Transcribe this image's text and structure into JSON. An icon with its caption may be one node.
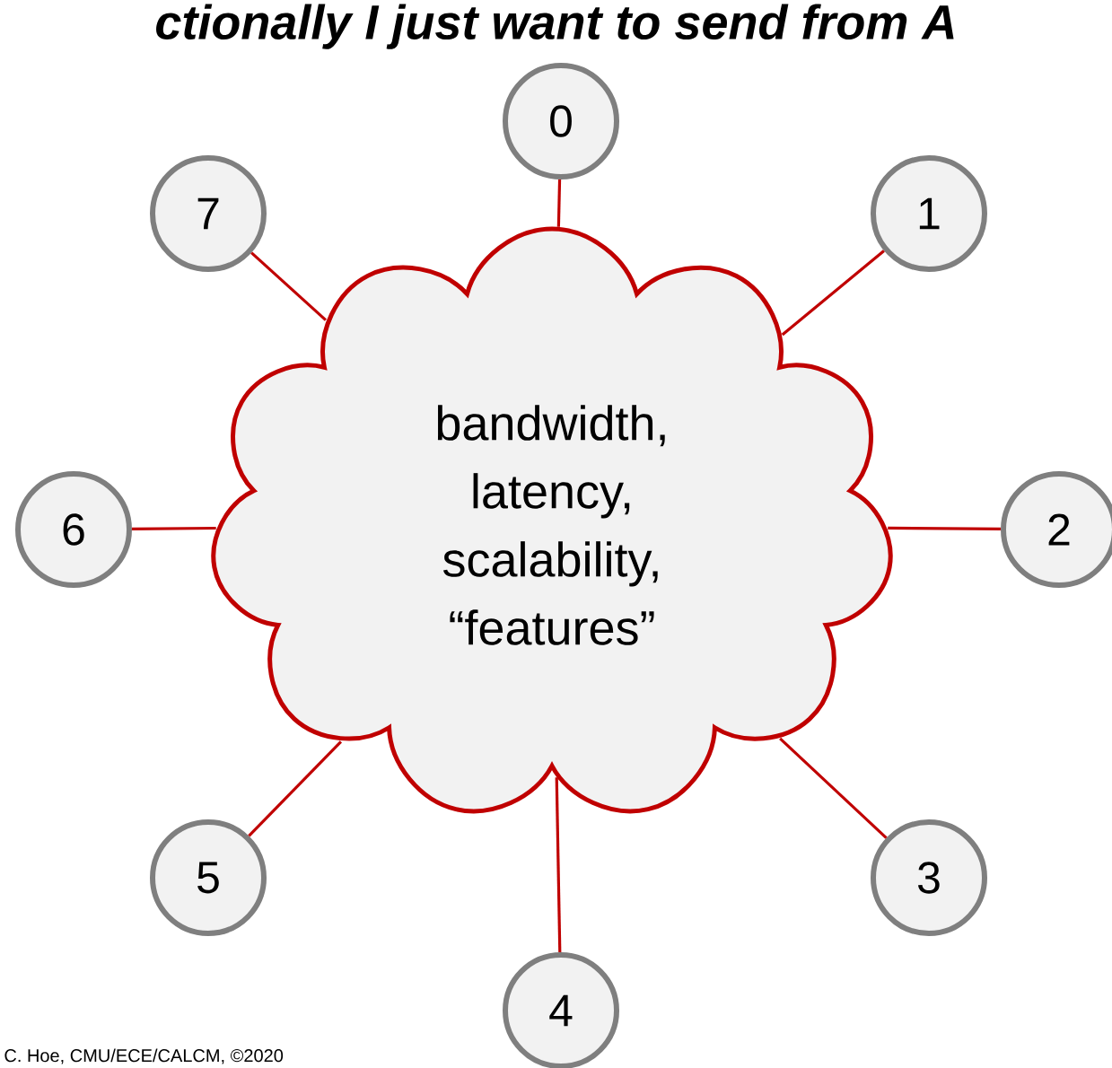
{
  "diagram": {
    "title": "ctionally I just want to send from A",
    "nodes": [
      {
        "text": [
          "bandwidth, latency, scalability, “features”"
        ]
      },
      {
        "text": [
          "0"
        ]
      },
      {
        "text": [
          "1"
        ]
      },
      {
        "text": [
          "2"
        ]
      },
      {
        "text": [
          "3"
        ]
      },
      {
        "text": [
          "4"
        ]
      },
      {
        "text": [
          "5"
        ]
      },
      {
        "text": [
          "6"
        ]
      },
      {
        "text": [
          "7"
        ]
      }
    ],
    "edges": [
      {
        "from": 0,
        "to": 1,
        "arrow": "none"
      },
      {
        "from": 0,
        "to": 2,
        "arrow": "none"
      },
      {
        "from": 0,
        "to": 3,
        "arrow": "none"
      },
      {
        "from": 0,
        "to": 4,
        "arrow": "none"
      },
      {
        "from": 0,
        "to": 5,
        "arrow": "none"
      },
      {
        "from": 0,
        "to": 6,
        "arrow": "none"
      },
      {
        "from": 0,
        "to": 7,
        "arrow": "none"
      },
      {
        "from": 0,
        "to": 8,
        "arrow": "none"
      }
    ],
    "labels": [
      "C. Hoe, CMU/ECE/CALCM, ©2020"
    ]
  }
}
